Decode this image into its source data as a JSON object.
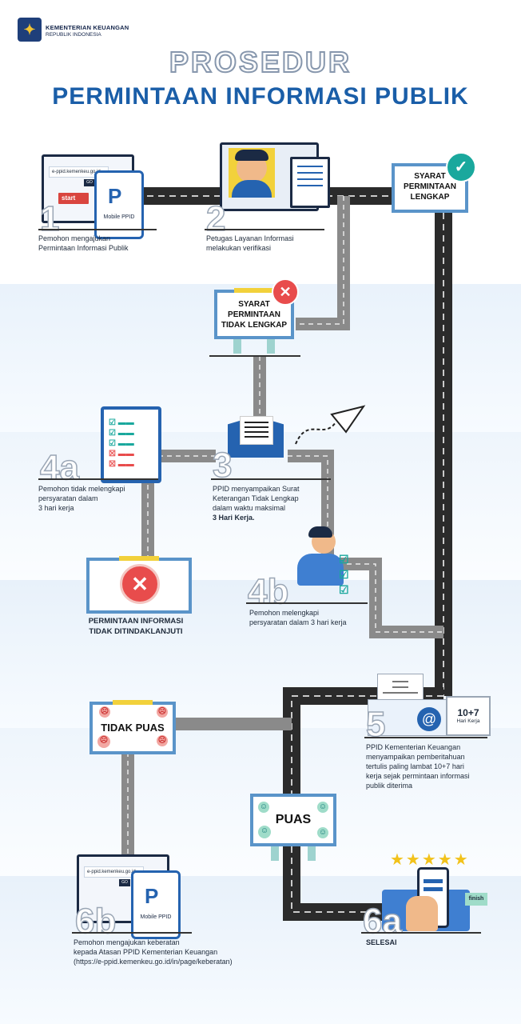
{
  "header": {
    "ministry_name": "KEMENTERIAN KEUANGAN",
    "ministry_sub": "REPUBLIK INDONESIA",
    "title_line1": "PROSEDUR",
    "title_line2": "PERMINTAAN INFORMASI PUBLIK"
  },
  "colors": {
    "road": "#2b2b2b",
    "road_secondary": "#8a8a8a",
    "accent_blue": "#1a5ea8",
    "board_border": "#5a94c9",
    "tape": "#f2d13b",
    "error": "#e84c4c",
    "success": "#1aa89d"
  },
  "step1": {
    "number": "1",
    "url_text": "e-ppid.kemenkeu.go.id",
    "go_label": "GO",
    "start_label": "start",
    "app_name": "Mobile PPID",
    "caption_line1": "Pemohon mengajukan",
    "caption_line2": "Permintaan Informasi Publik"
  },
  "step2": {
    "number": "2",
    "caption_line1": "Petugas Layanan Informasi",
    "caption_line2": "melakukan verifikasi"
  },
  "board_complete": {
    "line1": "SYARAT",
    "line2": "PERMINTAAN",
    "line3": "LENGKAP",
    "icon": "check-icon"
  },
  "board_incomplete": {
    "line1": "SYARAT",
    "line2": "PERMINTAAN",
    "line3": "TIDAK LENGKAP",
    "icon": "x-icon"
  },
  "step3": {
    "number": "3",
    "caption_line1": "PPID menyampaikan Surat",
    "caption_line2": "Keterangan Tidak Lengkap",
    "caption_line3": "dalam waktu maksimal",
    "caption_bold": "3 Hari Kerja."
  },
  "step4a": {
    "number": "4a",
    "caption_line1": "Pemohon tidak melengkapi",
    "caption_line2": "persyaratan dalam",
    "caption_line3": "3 hari kerja"
  },
  "step4b": {
    "number": "4b",
    "caption_line1": "Pemohon melengkapi",
    "caption_line2": "persyaratan dalam 3 hari kerja"
  },
  "rejected": {
    "line1": "PERMINTAAN INFORMASI",
    "line2": "TIDAK DITINDAKLANJUTI"
  },
  "step5": {
    "number": "5",
    "badge_title": "10+7",
    "badge_sub": "Hari Kerja",
    "caption_line1": "PPID Kementerian Keuangan",
    "caption_line2": "menyampaikan pemberitahuan",
    "caption_line3": "tertulis paling lambat 10+7 hari",
    "caption_line4": "kerja sejak permintaan informasi",
    "caption_line5": "publik diterima"
  },
  "not_satisfied": {
    "label": "TIDAK PUAS"
  },
  "satisfied": {
    "label": "PUAS"
  },
  "step6a": {
    "number": "6a",
    "finish_label": "finish",
    "caption": "SELESAI"
  },
  "step6b": {
    "number": "6b",
    "url_text": "e-ppid.kemenkeu.go.id",
    "go_label": "GO",
    "app_name": "Mobile PPID",
    "caption_line1": "Pemohon mengajukan keberatan",
    "caption_line2": "kepada Atasan PPID Kementerian Keuangan",
    "caption_line3": "(https://e-ppid.kemenkeu.go.id/in/page/keberatan)"
  }
}
